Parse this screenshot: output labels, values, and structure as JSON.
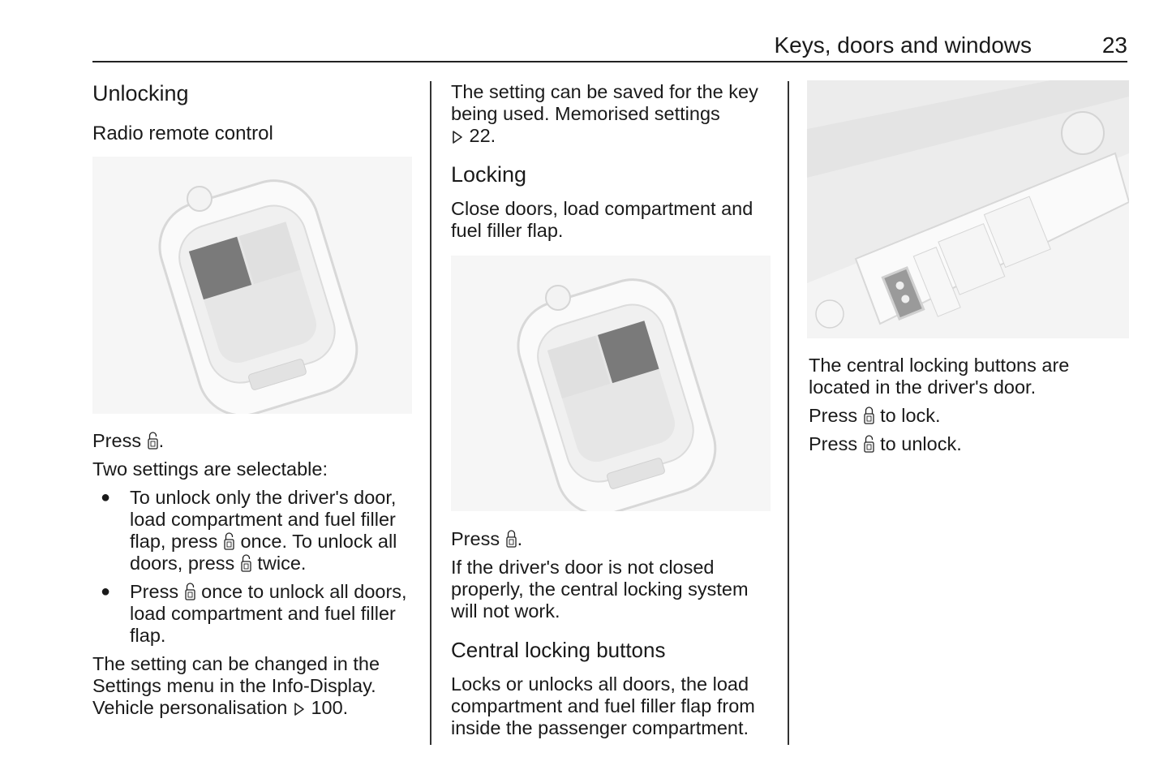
{
  "header": {
    "section_title": "Keys, doors and windows",
    "page_number": "23"
  },
  "col1": {
    "heading": "Unlocking",
    "subheading": "Radio remote control",
    "press_line": [
      [
        "Press ",
        {
          "icon": "unlock"
        },
        "."
      ]
    ],
    "intro": [
      [
        "Two settings are selectable:"
      ]
    ],
    "bullet1": [
      [
        "To unlock only the driver's door,"
      ],
      [
        "load compartment and fuel filler"
      ],
      [
        "flap, press ",
        {
          "icon": "unlock"
        },
        " once. To unlock all"
      ],
      [
        "doors, press ",
        {
          "icon": "unlock"
        },
        " twice."
      ]
    ],
    "bullet2": [
      [
        "Press ",
        {
          "icon": "unlock"
        },
        " once to unlock all doors,"
      ],
      [
        "load compartment and fuel filler"
      ],
      [
        "flap."
      ]
    ],
    "bullet_char": "●",
    "para": [
      [
        "The setting can be changed in the"
      ],
      [
        "Settings menu in the Info-Display."
      ],
      [
        "Vehicle personalisation ",
        {
          "icon": "ref"
        },
        " 100."
      ]
    ]
  },
  "col2": {
    "para1": [
      [
        "The setting can be saved for the key"
      ],
      [
        "being used. Memorised settings"
      ],
      [
        {
          "icon": "ref"
        },
        " 22."
      ]
    ],
    "heading_locking": "Locking",
    "para2": [
      [
        "Close doors, load compartment and"
      ],
      [
        "fuel filler flap."
      ]
    ],
    "press_line": [
      [
        "Press ",
        {
          "icon": "lock"
        },
        "."
      ]
    ],
    "para3": [
      [
        "If the driver's door is not closed"
      ],
      [
        "properly, the central locking system"
      ],
      [
        "will not work."
      ]
    ],
    "heading_central": "Central locking buttons",
    "para4": [
      [
        "Locks or unlocks all doors, the load"
      ],
      [
        "compartment and fuel filler flap from"
      ],
      [
        "inside the passenger compartment."
      ]
    ]
  },
  "col3": {
    "para1": [
      [
        "The central locking buttons are"
      ],
      [
        "located in the driver's door."
      ]
    ],
    "press_lock": [
      [
        "Press ",
        {
          "icon": "lock"
        },
        " to lock."
      ]
    ],
    "press_unlock": [
      [
        "Press ",
        {
          "icon": "unlock"
        },
        " to unlock."
      ]
    ]
  },
  "colors": {
    "text": "#1a1a1a",
    "button_dark": "#7a7a7a",
    "figure_bg": "#f6f6f6"
  }
}
